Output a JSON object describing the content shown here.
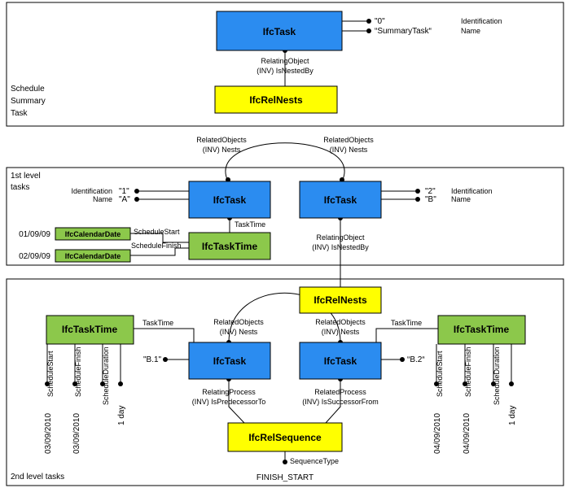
{
  "panels": {
    "summary_label": [
      "Schedule",
      "Summary",
      "Task"
    ],
    "level1_label": [
      "1st level",
      "tasks"
    ],
    "level2_label": "2nd level tasks"
  },
  "entities": {
    "ifctask": "IfcTask",
    "ifcrelnests": "IfcRelNests",
    "ifctasktime": "IfcTaskTime",
    "ifccalendardate": "IfcCalendarDate",
    "ifcrelsequence": "IfcRelSequence"
  },
  "summary": {
    "attr_values": [
      "\"0\"",
      "“SummaryTask“"
    ],
    "attr_names": [
      "Identification",
      "Name"
    ],
    "relating_object": [
      "RelatingObject",
      "(INV) IsNestedBy"
    ],
    "related_left": [
      "RelatedObjects",
      "(INV) Nests"
    ],
    "related_right": [
      "RelatedObjects",
      "(INV) Nests"
    ]
  },
  "level1": {
    "left_names": [
      "Identification",
      "Name"
    ],
    "left_values": [
      "\"1\"",
      "\"A\""
    ],
    "right_values": [
      "\"2\"",
      "\"B\""
    ],
    "right_names": [
      "Identification",
      "Name"
    ],
    "tasktime": "TaskTime",
    "schedule_start": "ScheduleStart",
    "schedule_finish": "ScheduleFinish",
    "date_start": "01/09/09",
    "date_finish": "02/09/09",
    "relating_object": [
      "RelatingObject",
      "(INV) IsNestedBy"
    ]
  },
  "level2": {
    "related_left": [
      "RelatedObjects",
      "(INV) Nests"
    ],
    "related_right": [
      "RelatedObjects",
      "(INV) Nests"
    ],
    "tasktime_left": "TaskTime",
    "tasktime_right": "TaskTime",
    "b1": "\"B.1\"",
    "b2": "“B.2“",
    "relating_process": [
      "RelatingProcess",
      "(INV) IsPredecessorTo"
    ],
    "related_process": [
      "RelatedProcess",
      "(INV) IsSuccessorFrom"
    ],
    "sequence_type_label": "SequenceType",
    "sequence_type_value": "FINISH_START",
    "attr_labels": [
      "ScheduleStart",
      "ScheduleFinish",
      "ScheduleDuration"
    ],
    "left_values": [
      "03/09/2010",
      "03/09/2010",
      "1 day"
    ],
    "right_values": [
      "04/09/2010",
      "04/09/2010",
      "1 day"
    ]
  }
}
